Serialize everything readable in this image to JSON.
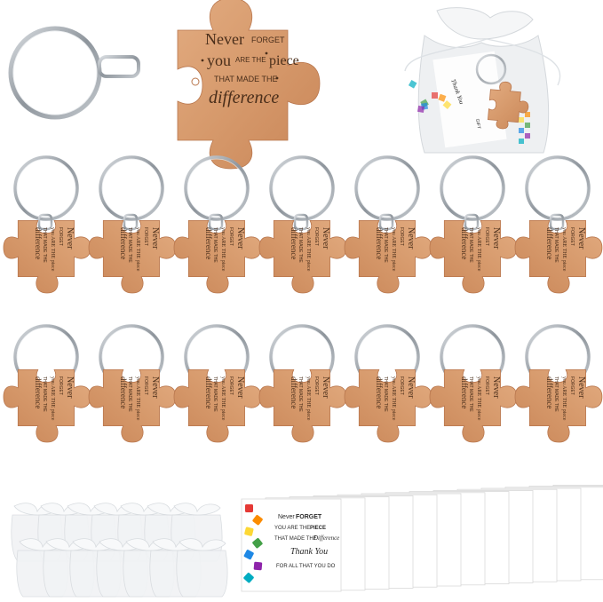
{
  "engraving": {
    "never": "Never",
    "forget": "FORGET",
    "you": "you",
    "are_the": "ARE THE",
    "piece": "piece",
    "that_made_the": "THAT MADE THE",
    "difference": "difference"
  },
  "card": {
    "never": "Never",
    "forget": "FORGET",
    "line2a": "YOU ARE THE",
    "piece": "PIECE",
    "line3": "THAT MADE THE",
    "difference": "Difference",
    "thank_you": "Thank You",
    "for_all": "FOR ALL THAT YOU DO"
  },
  "pouch_card": {
    "thank_you": "Thank You",
    "gift": "GIFT"
  },
  "counts": {
    "keychain_rows": 2,
    "keychains_per_row": 7,
    "pouches": 14,
    "cards": 14
  },
  "colors": {
    "wood": "#d79c70",
    "wood_dark": "#b9774e",
    "engrave": "#4a2e1a",
    "metal": "#9aa0a6",
    "organza": "#eef0f2",
    "card_bg": "#ffffff",
    "puzzle_colors": [
      "#e53935",
      "#fb8c00",
      "#fdd835",
      "#43a047",
      "#1e88e5",
      "#8e24aa",
      "#00acc1"
    ]
  }
}
